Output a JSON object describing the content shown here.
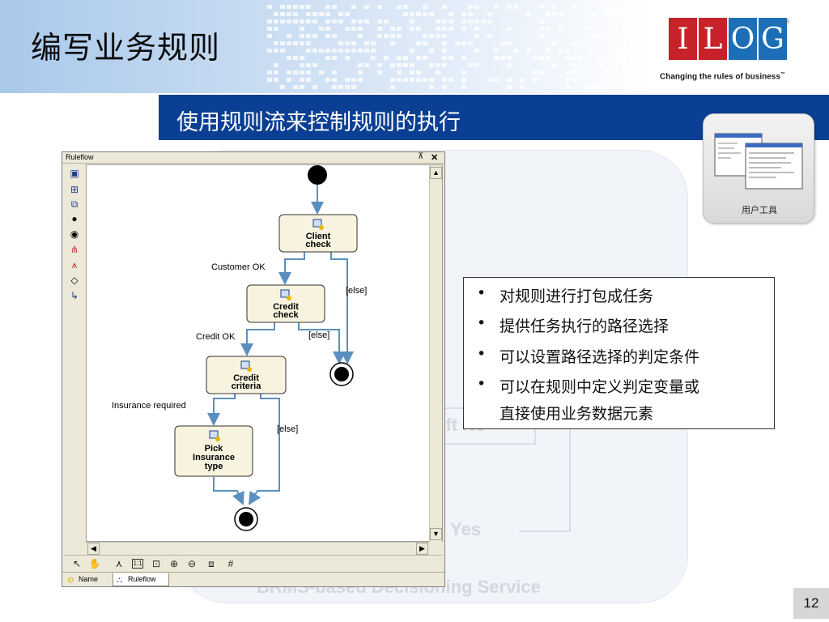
{
  "header": {
    "title": "编写业务规则",
    "logo_letters": [
      "I",
      "L",
      "O",
      "G"
    ],
    "logo_tagline": "Changing the rules of business",
    "logo_trademark": "™",
    "logo_registered": "®"
  },
  "subtitle": "使用规则流来控制规则的执行",
  "tool_tile": {
    "label": "用户工具"
  },
  "background_diagram": {
    "labels": [
      "oft No",
      "Yes",
      "BRMS-based Decisioning Service"
    ]
  },
  "ruleflow_window": {
    "title": "Ruleflow",
    "pin": "⊼",
    "close": "✕",
    "nodes": [
      {
        "id": "client",
        "line1": "Client",
        "line2": "check"
      },
      {
        "id": "credit",
        "line1": "Credit",
        "line2": "check"
      },
      {
        "id": "criteria",
        "line1": "Credit",
        "line2": "criteria"
      },
      {
        "id": "pick",
        "line1": "Pick",
        "line2": "Insurance",
        "line3": "type"
      }
    ],
    "edge_labels": {
      "customer_ok": "Customer OK",
      "else_1": "[else]",
      "credit_ok": "Credit OK",
      "else_2": "[else]",
      "insurance_required": "Insurance required",
      "else_3": "[else]"
    },
    "tabs": [
      {
        "label": "Name"
      },
      {
        "label": "Ruleflow"
      }
    ]
  },
  "bullets": [
    {
      "line1": "对规则进行打包成任务"
    },
    {
      "line1": "提供任务执行的路径选择"
    },
    {
      "line1": "可以设置路径选择的判定条件"
    },
    {
      "line1": "可以在规则中定义判定变量或",
      "line2": "直接使用业务数据元素"
    }
  ],
  "bullet_mark": "•",
  "page_number": "12",
  "colors": {
    "subtitle_bg": "#0a3f94",
    "flow_arrow": "#5b8fbf",
    "logo_red": "#c7222a",
    "logo_blue": "#1c6fb6"
  }
}
